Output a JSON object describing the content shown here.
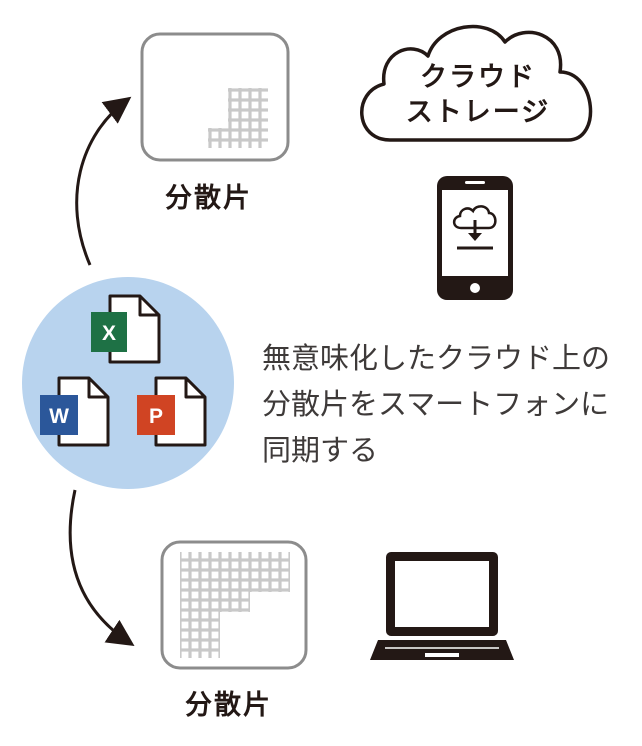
{
  "fragments": {
    "top_label": "分散片",
    "bottom_label": "分散片"
  },
  "cloud": {
    "line1": "クラウド",
    "line2": "ストレージ"
  },
  "description": {
    "line1": "無意味化したクラウド上の",
    "line2": "分散片をスマートフォンに",
    "line3": "同期する"
  },
  "file_icons": {
    "excel": "X",
    "word": "W",
    "powerpoint": "P"
  },
  "colors": {
    "circle": "#b8d3ee",
    "excel": "#1e7145",
    "word": "#2b579a",
    "powerpoint": "#d04423",
    "grid": "#c9c9c9",
    "box_border": "#8c8c8c"
  }
}
